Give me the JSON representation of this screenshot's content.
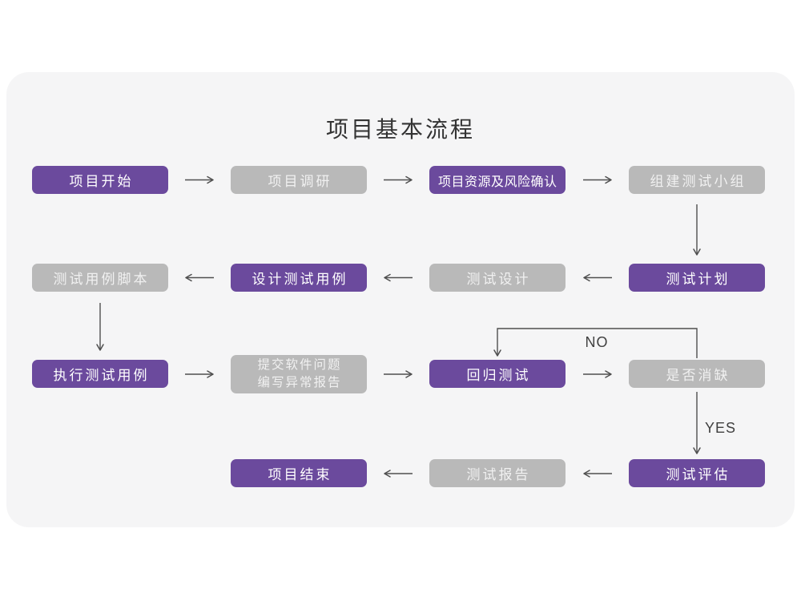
{
  "title": "项目基本流程",
  "colors": {
    "accent_purple": "#6b4a9d",
    "node_gray": "#b9b9b9",
    "card_background": "#f5f5f6",
    "arrow": "#4f4f4f",
    "node_text": "#ffffff"
  },
  "edge_labels": {
    "no": "NO",
    "yes": "YES"
  },
  "nodes": [
    {
      "label": "项目开始",
      "variant": "purple"
    },
    {
      "label": "项目调研",
      "variant": "gray"
    },
    {
      "label": "项目资源及风险确认",
      "variant": "purple"
    },
    {
      "label": "组建测试小组",
      "variant": "gray"
    },
    {
      "label": "测试计划",
      "variant": "purple"
    },
    {
      "label": "测试设计",
      "variant": "gray"
    },
    {
      "label": "设计测试用例",
      "variant": "purple"
    },
    {
      "label": "测试用例脚本",
      "variant": "gray"
    },
    {
      "label": "执行测试用例",
      "variant": "purple"
    },
    {
      "lines": [
        "提交软件问题",
        "编写异常报告"
      ],
      "variant": "gray"
    },
    {
      "label": "回归测试",
      "variant": "purple"
    },
    {
      "label": "是否消缺",
      "variant": "gray"
    },
    {
      "label": "测试评估",
      "variant": "purple"
    },
    {
      "label": "测试报告",
      "variant": "gray"
    },
    {
      "label": "项目结束",
      "variant": "purple"
    }
  ]
}
